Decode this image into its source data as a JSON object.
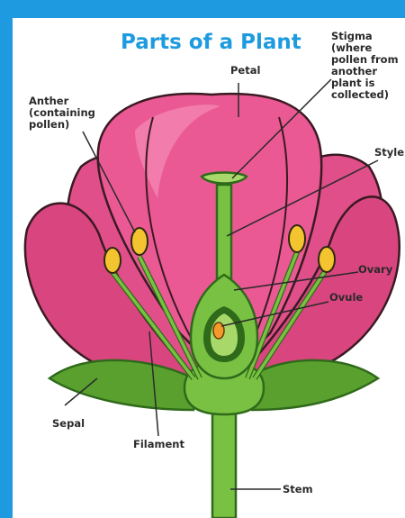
{
  "title": "Parts of a Plant",
  "labels": {
    "petal": "Petal",
    "stigma": "Stigma\n(where\npollen from\nanother\nplant is\ncollected)",
    "anther": "Anther\n(containing\npollen)",
    "style": "Style",
    "ovary": "Ovary",
    "ovule": "Ovule",
    "sepal": "Sepal",
    "filament": "Filament",
    "stem": "Stem"
  },
  "colors": {
    "border": "#1e9be0",
    "title": "#1e9be0",
    "petal": "#e8508e",
    "petal_light": "#f58bb5",
    "green": "#79c142",
    "green_dark": "#3e8a23",
    "anther": "#f4c430",
    "ovule": "#f39a2b"
  }
}
